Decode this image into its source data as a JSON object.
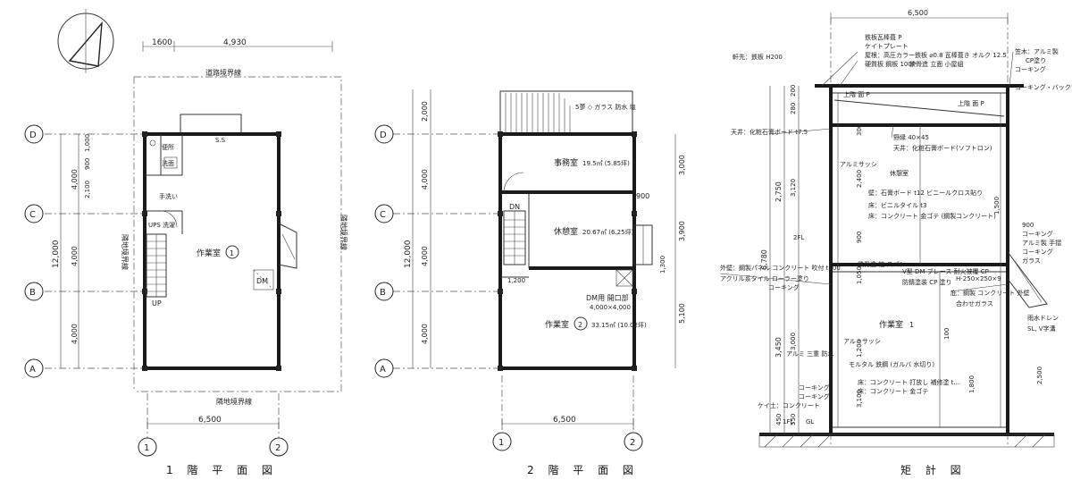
{
  "captions": {
    "floor1": "1 階 平 面 図",
    "floor2": "2 階 平 面 図",
    "section": "矩 計 図"
  },
  "grid": {
    "A": "A",
    "B": "B",
    "C": "C",
    "D": "D",
    "one": "1",
    "two": "2"
  },
  "floor1": {
    "top_dim_a": "1600",
    "top_dim_b": "4,930",
    "road": "道路境界線",
    "site_right": "隣地境界線",
    "site_left": "隣地境界線",
    "site_bottom": "隣地境界線",
    "left_total": "12,000",
    "left_4000_a": "4,000",
    "left_4000_b": "4,000",
    "left_4000_c": "4,000",
    "left_1000": "1,000",
    "left_900": "900",
    "left_2100": "2,100",
    "ss": "S.S",
    "wc": "便所",
    "washroom": "洗面",
    "hand_wash": "手洗い",
    "ups": "UPS 洗濯",
    "work_room": "作業室",
    "room_no": "1",
    "dm": "DM",
    "up": "UP",
    "bottom_dim": "6,500"
  },
  "floor2": {
    "balcony": "5夢 ◇ ガラス 防水 塩",
    "left_2000": "2,000",
    "left_total": "12,000",
    "left_4000_a": "4,000",
    "left_4000_b": "4,000",
    "left_4000_c": "4,000",
    "right_3000": "3,000",
    "right_3900": "3,900",
    "right_5100": "5,100",
    "right_900": "900",
    "right_1300": "1,300",
    "office": "事務室",
    "office_area": "19.5㎡ (5.85坪)",
    "rest": "休憩室",
    "rest_area": "20.67㎡ (6.25坪)",
    "dn": "DN",
    "dim_1200": "1,200",
    "dm": "DM用 開口部",
    "dm_size": "4,000×4,000",
    "work_room": "作業室",
    "room_no": "2",
    "work_area": "33.15㎡ (10.02坪)",
    "bottom_dim": "6,500"
  },
  "section": {
    "top_dim": "6,500",
    "l_200": "200",
    "l_280": "280",
    "l_2750": "2,750",
    "l_3120": "3,120",
    "l_6780": "6,780",
    "l_3450": "3,450",
    "l_3000": "3,000",
    "l_450": "450",
    "l_550": "550",
    "n_300": "300",
    "n_2400": "2,400",
    "n_900": "900",
    "n_1050": "1,050",
    "n_1200": "1,200",
    "n_100": "100",
    "n_2500": "2,500",
    "n_1500": "1,500",
    "n_1800": "1,800",
    "n_3100": "3,100",
    "roof_1": "鉄板瓦棒葺 P",
    "roof_2": "ケイトプレート",
    "roof_3": "屋根：高圧カラー鉄板 ⌀0.8 瓦棒葺き オルク 12.5",
    "roof_4": "鉄骨造 立面 小屋組",
    "roof_5": "硬質板 鋼板 100P",
    "eave_l": "軒先：鉄板 H200",
    "top_r1": "笠木：アルミ製",
    "top_r2": "CP塗り",
    "top_r3": "コーキング",
    "top_r4": "コーキング・バックアップ",
    "level_1": "上階 面 P",
    "level_2": "上階 面 P",
    "ceiling_l": "天井：化粧石膏ボード t7.5",
    "joist": "野縁 40×45",
    "ceiling_board": "天井：化粧石膏ボード(ソフトロン)",
    "sash": "アルミサッシ",
    "rest_room": "休憩室",
    "wall_1": "壁：石膏ボード t12 ビニールクロス貼り",
    "floor_a": "床：ビニルタイル t3 ",
    "floor_b": "床：コンクリート 金ゴテ (鋼製コンクリート)",
    "fl2": "2FL",
    "side_900": "900",
    "side_c1": "コーキング",
    "side_c2": "アルミ製 手摺",
    "side_c3": "コーキング",
    "side_c4": "ガラス",
    "ext_1": "外壁：鋼製パネル コンクリート 吹付 t100",
    "ext_2": "アクリル系タイル ローラー塗り",
    "ext_3": "コーキング",
    "beam": "H-250×250×9",
    "struct": "鉄骨造 柱 スパン",
    "v_dm": "V型 DM ブレース 耐火被覆 CP",
    "v_paint": "防錆塗装 CP 塗り",
    "canopy": "庇：鋼製 コンクリート 外壁",
    "glass": "合わせガラス",
    "work_room": "作業室",
    "room_no": "1",
    "side_s1": "雨水ドレン",
    "side_s2": "SL, V字溝",
    "low_1": "アルミ 三重 防水",
    "low_2": "モルタル 鉄鋼 (ガルバ 水切り)",
    "low_3": "コーキング",
    "low_4": "コーキング",
    "floor_1f": "床：コンクリート 打放し 補修塗 t...",
    "floor_1f_b": "床：コンクリート 金ゴテ",
    "base": "ケイ土：コンクリート",
    "fl1": "1FL",
    "gl": "GL"
  }
}
